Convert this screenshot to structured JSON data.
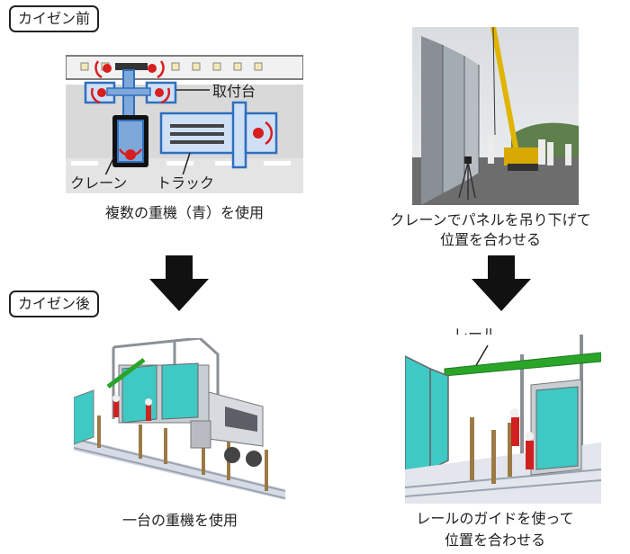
{
  "before": {
    "tag": "カイゼン前",
    "label_mount": "取付台",
    "label_crane": "クレーン",
    "label_truck": "トラック",
    "caption_left": "複数の重機（青）を使用",
    "caption_right_1": "クレーンでパネルを吊り下げて",
    "caption_right_2": "位置を合わせる"
  },
  "after": {
    "tag": "カイゼン後",
    "label_rail": "レール",
    "caption_left": "一台の重機を使用",
    "caption_right_1": "レールのガイドを使って",
    "caption_right_2": "位置を合わせる"
  },
  "colors": {
    "machine_blue": "#2f6fbf",
    "rotation_red": "#d81e1e",
    "rail_green": "#2aa52a",
    "panel_teal": "#3fc9c4",
    "worker_red": "#d02020"
  }
}
